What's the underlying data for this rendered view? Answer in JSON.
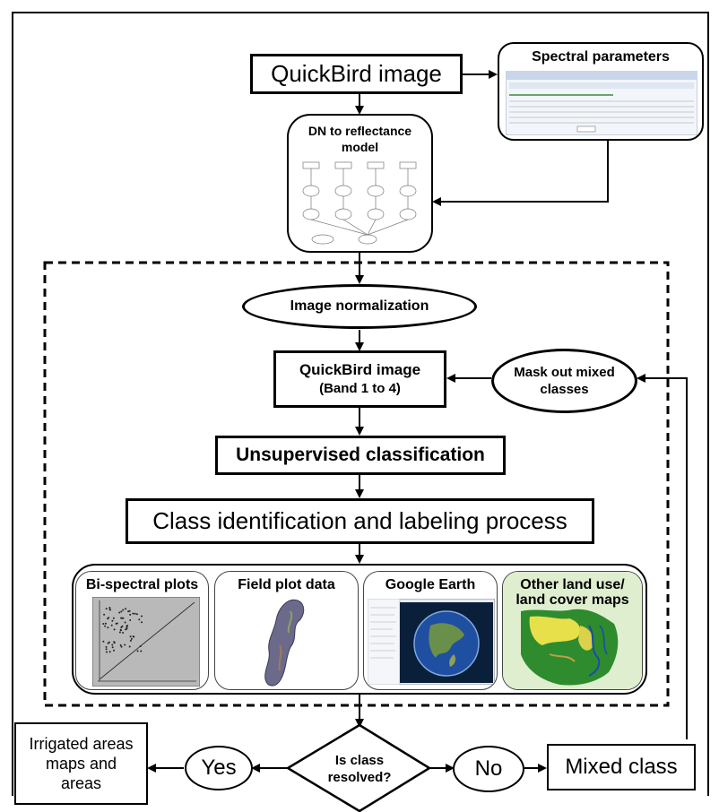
{
  "nodes": {
    "quickbird_top": "QuickBird image",
    "spectral_params": "Spectral parameters",
    "dn_model": "DN to  reflectance model",
    "normalization": "Image normalization",
    "quickbird_bands_line1": "QuickBird image",
    "quickbird_bands_line2": "(Band 1 to 4)",
    "mask_mixed": "Mask out mixed classes",
    "unsupervised": "Unsupervised classification",
    "class_id": "Class identification and labeling process",
    "decision": "Is class resolved?",
    "yes": "Yes",
    "no": "No",
    "mixed_class": "Mixed class",
    "irrigated": "Irrigated areas maps and areas"
  },
  "panels": [
    {
      "title": "Bi-spectral plots"
    },
    {
      "title": "Field plot data"
    },
    {
      "title": "Google Earth"
    },
    {
      "title": "Other land use/ land cover maps"
    }
  ],
  "colors": {
    "line": "#000000",
    "ge_space": "#0a1f3a",
    "ge_globe": "#1f4fa0",
    "map_green": "#2e8b2e",
    "map_yellow": "#e8e04a",
    "plot_gray": "#b9b9b9"
  }
}
